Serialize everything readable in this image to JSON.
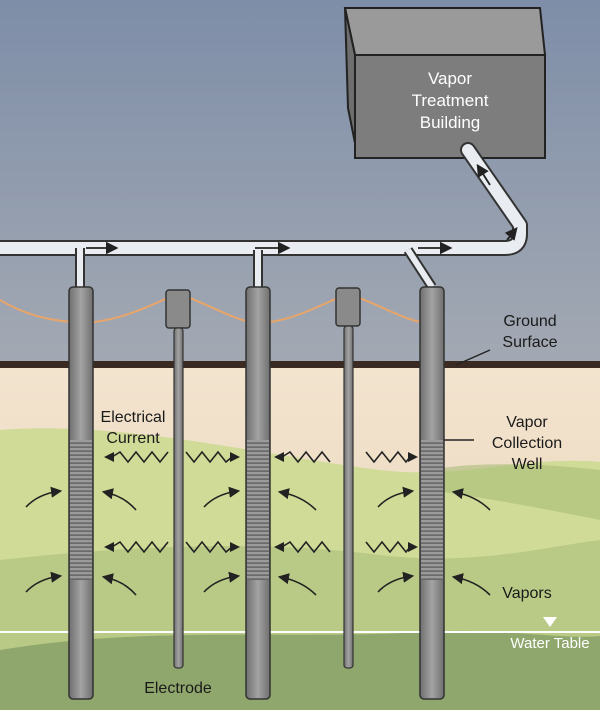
{
  "labels": {
    "building_line1": "Vapor",
    "building_line2": "Treatment",
    "building_line3": "Building",
    "ground_line1": "Ground",
    "ground_line2": "Surface",
    "current_line1": "Electrical",
    "current_line2": "Current",
    "well_line1": "Vapor",
    "well_line2": "Collection",
    "well_line3": "Well",
    "vapors": "Vapors",
    "water_table": "Water Table",
    "electrode": "Electrode"
  },
  "colors": {
    "sky": "#8f9bb0",
    "soil_top": "#efdcc4",
    "soil_green": "#c9d690",
    "soil_deep": "#9cb377",
    "pipe": "#8a8a8a",
    "building": "#7d7d7d",
    "wire": "#e8a56a"
  }
}
